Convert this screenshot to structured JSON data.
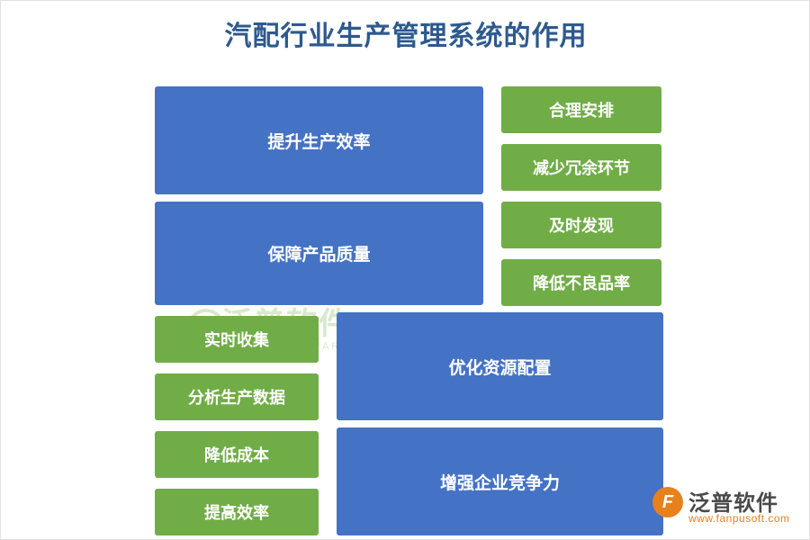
{
  "page": {
    "title": "汽配行业生产管理系统的作用"
  },
  "watermark": {
    "text": "泛普软件",
    "sub": "FANPU SOFTWARE"
  },
  "diagram": {
    "groups": [
      {
        "main": {
          "label": "提升生产效率",
          "color": "#4472c4"
        },
        "subs": [
          {
            "label": "合理安排",
            "color": "#70ad47"
          },
          {
            "label": "减少冗余环节",
            "color": "#70ad47"
          }
        ]
      },
      {
        "main": {
          "label": "保障产品质量",
          "color": "#4472c4"
        },
        "subs": [
          {
            "label": "及时发现",
            "color": "#70ad47"
          },
          {
            "label": "降低不良品率",
            "color": "#70ad47"
          }
        ]
      },
      {
        "main": {
          "label": "优化资源配置",
          "color": "#4472c4"
        },
        "subs": [
          {
            "label": "实时收集",
            "color": "#70ad47"
          },
          {
            "label": "分析生产数据",
            "color": "#70ad47"
          }
        ]
      },
      {
        "main": {
          "label": "增强企业竞争力",
          "color": "#4472c4"
        },
        "subs": [
          {
            "label": "降低成本",
            "color": "#70ad47"
          },
          {
            "label": "提高效率",
            "color": "#70ad47"
          }
        ]
      }
    ]
  },
  "logo": {
    "mark": "F",
    "name": "泛普软件",
    "url": "www.fanpusoft.com"
  }
}
